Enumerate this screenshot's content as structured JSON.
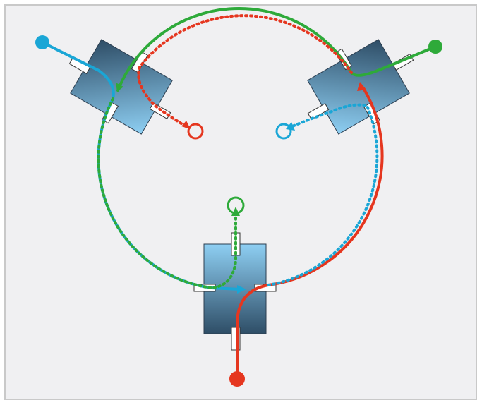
{
  "diagram": {
    "background": "#f0f0f2",
    "frame_color": "#c9c9c9",
    "colors": {
      "red": "#e5361f",
      "green": "#2eaa3a",
      "blue": "#1aa6d6",
      "block_light": "#8ecff3",
      "block_dark": "#2e4d66",
      "port_fill": "#ffffff",
      "port_stroke": "#333333"
    },
    "modules": [
      {
        "name": "module-top-left",
        "orientation": "rotated"
      },
      {
        "name": "module-top-right",
        "orientation": "rotated"
      },
      {
        "name": "module-bottom",
        "orientation": "upright"
      }
    ],
    "endpoints": [
      {
        "name": "blue-source",
        "color": "blue",
        "style": "filled-dot"
      },
      {
        "name": "green-source",
        "color": "green",
        "style": "filled-dot"
      },
      {
        "name": "red-source",
        "color": "red",
        "style": "filled-dot"
      },
      {
        "name": "red-target",
        "color": "red",
        "style": "open-circle"
      },
      {
        "name": "blue-target",
        "color": "blue",
        "style": "open-circle"
      },
      {
        "name": "green-target",
        "color": "green",
        "style": "open-circle"
      }
    ],
    "paths": [
      {
        "name": "green-solid",
        "color": "green",
        "style": "solid"
      },
      {
        "name": "blue-solid",
        "color": "blue",
        "style": "solid"
      },
      {
        "name": "red-solid",
        "color": "red",
        "style": "solid"
      },
      {
        "name": "red-dotted",
        "color": "red",
        "style": "dotted"
      },
      {
        "name": "blue-dotted",
        "color": "blue",
        "style": "dotted"
      },
      {
        "name": "green-dotted",
        "color": "green",
        "style": "dotted"
      }
    ]
  }
}
